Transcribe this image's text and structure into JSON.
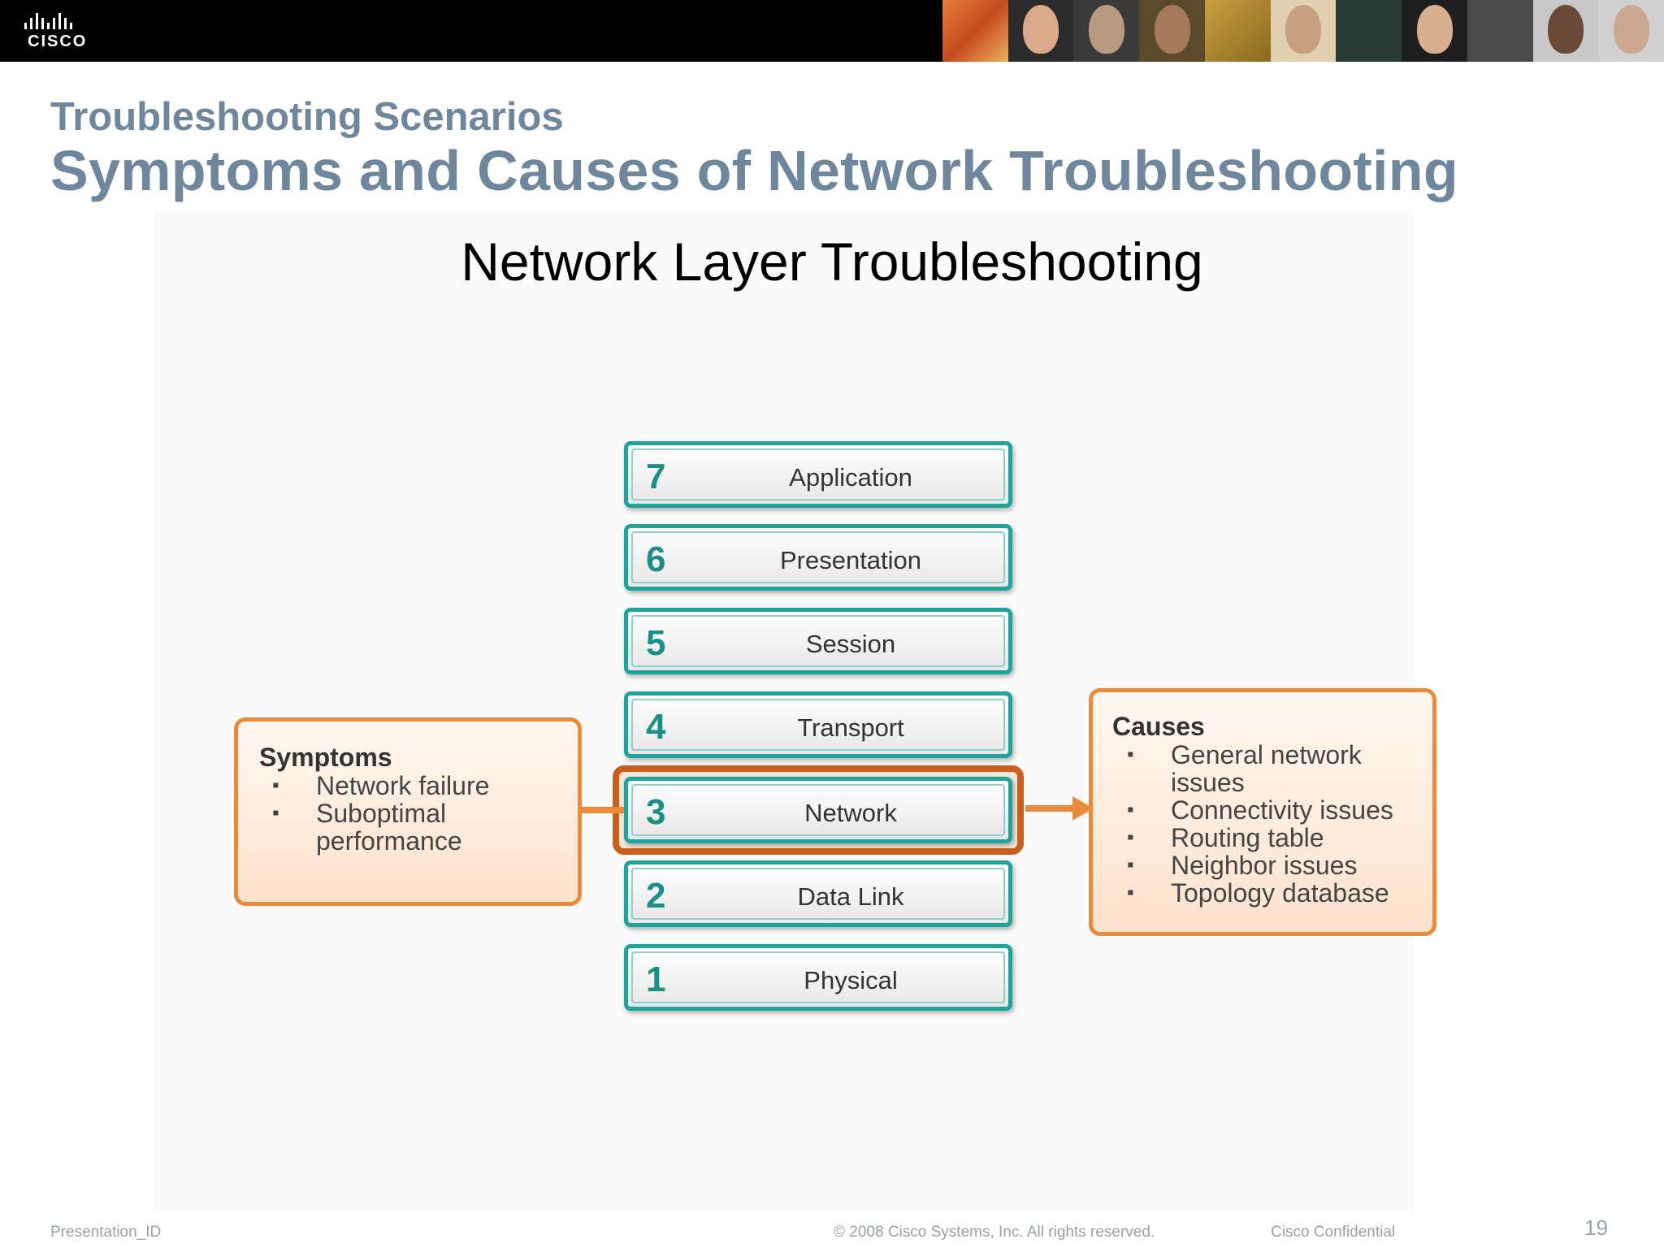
{
  "header": {
    "logo_text": "CISCO"
  },
  "slide": {
    "section_title": "Troubleshooting Scenarios",
    "title": "Symptoms and Causes of Network Troubleshooting"
  },
  "diagram": {
    "title": "Network Layer Troubleshooting",
    "layers": [
      {
        "number": "7",
        "name": "Application"
      },
      {
        "number": "6",
        "name": "Presentation"
      },
      {
        "number": "5",
        "name": "Session"
      },
      {
        "number": "4",
        "name": "Transport"
      },
      {
        "number": "3",
        "name": "Network"
      },
      {
        "number": "2",
        "name": "Data Link"
      },
      {
        "number": "1",
        "name": "Physical"
      }
    ],
    "symptoms": {
      "heading": "Symptoms",
      "items": [
        "Network failure",
        "Suboptimal performance"
      ]
    },
    "causes": {
      "heading": "Causes",
      "items": [
        "General network issues",
        "Connectivity issues",
        "Routing table",
        "Neighbor issues",
        "Topology database"
      ]
    },
    "accent_color": "#ec8a3c",
    "layer_color": "#1fa39b"
  },
  "footer": {
    "presentation_id": "Presentation_ID",
    "copyright": "© 2008 Cisco Systems, Inc. All rights reserved.",
    "confidential": "Cisco Confidential",
    "page_number": "19"
  }
}
